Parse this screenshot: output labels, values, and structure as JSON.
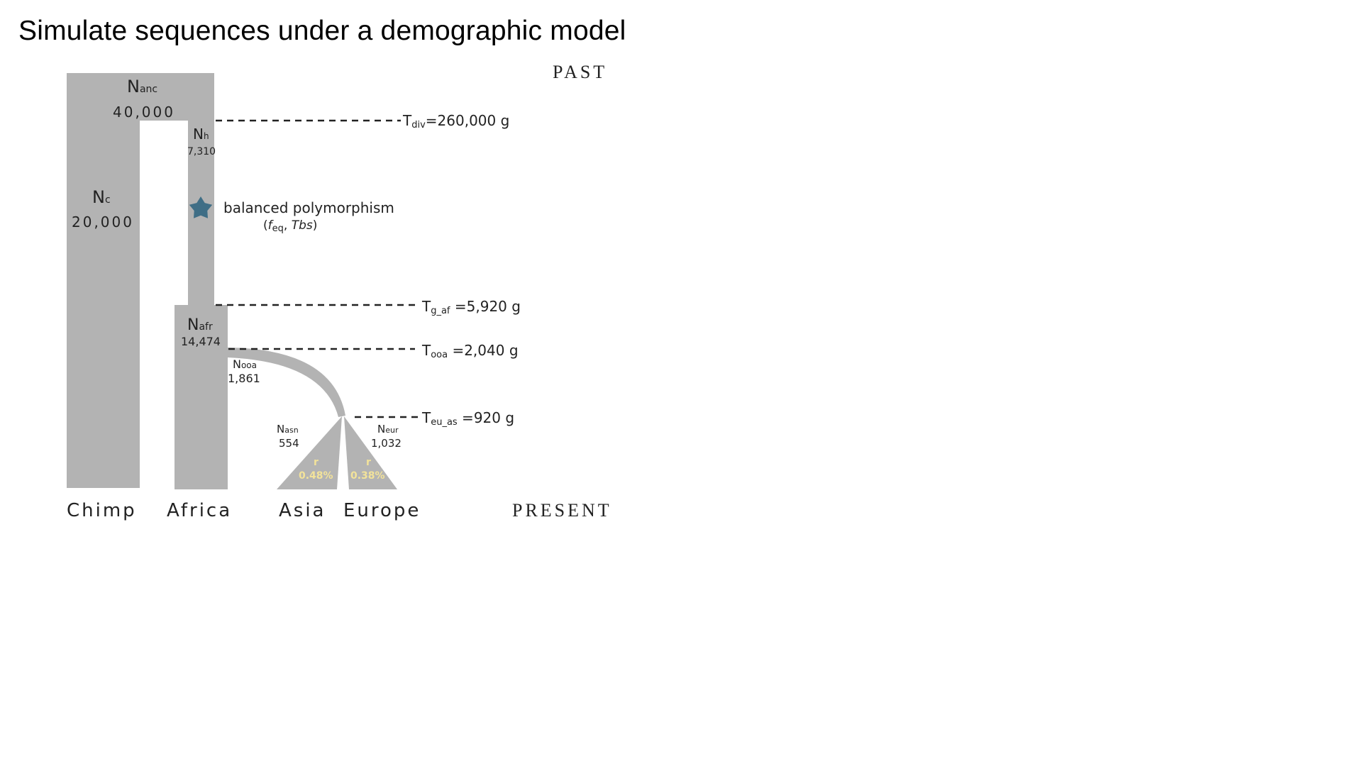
{
  "title": "Simulate sequences under a demographic model",
  "era_labels": {
    "past": "PAST",
    "present": "PRESENT"
  },
  "populations": {
    "ancestral": {
      "name": "N",
      "sub": "anc",
      "size": "40,000"
    },
    "chimp": {
      "name": "N",
      "sub": "c",
      "size": "20,000",
      "label": "Chimp"
    },
    "human": {
      "name": "N",
      "sub": "h",
      "size": "7,310"
    },
    "africa": {
      "name": "N",
      "sub": "afr",
      "size": "14,474",
      "label": "Africa"
    },
    "ooa": {
      "name": "N",
      "sub": "ooa",
      "size": "1,861"
    },
    "asia": {
      "name": "N",
      "sub": "asn",
      "size": "554",
      "label": "Asia",
      "growth_label": "r",
      "growth": "0.48%"
    },
    "europe": {
      "name": "N",
      "sub": "eur",
      "size": "1,032",
      "label": "Europe",
      "growth_label": "r",
      "growth": "0.38%"
    }
  },
  "events": {
    "tdiv": {
      "name": "T",
      "sub": "div",
      "value": "=260,000 g"
    },
    "tgaf": {
      "name": "T",
      "sub": "g_af",
      "value": " =5,920 g"
    },
    "tooa": {
      "name": "T",
      "sub": "ooa",
      "value": " =2,040 g"
    },
    "teuas": {
      "name": "T",
      "sub": "eu_as",
      "value": " =920  g"
    }
  },
  "balanced": {
    "label": "balanced  polymorphism",
    "param_open": "(",
    "param_f": "f",
    "param_f_sub": "eq",
    "param_sep": ", ",
    "param_tbs": "Tbs",
    "param_close": ")"
  },
  "colors": {
    "population_fill": "#b3b3b3",
    "star": "#3f6e86",
    "growth_text": "#f3e39a",
    "dashed_line": "#222222"
  },
  "icons": {
    "balanced_marker": "star-icon"
  }
}
